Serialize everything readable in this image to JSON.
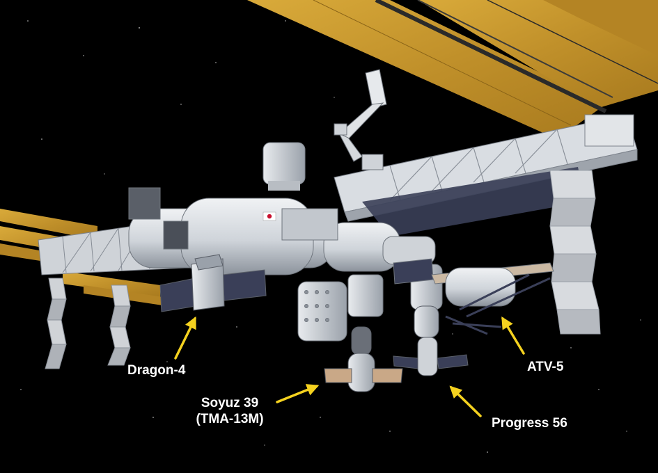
{
  "labels": {
    "dragon": "Dragon-4",
    "atv": "ATV-5",
    "soyuz_line1": "Soyuz 39",
    "soyuz_line2": "(TMA-13M)",
    "progress": "Progress 56"
  },
  "colors": {
    "space": "#000000",
    "solar_array": "#c8982e",
    "solar_array_dark": "#8a6418",
    "truss": "#d9dde2",
    "module": "#d6dadf",
    "module_shadow": "#9aa1aa",
    "radiator": "#cfd2d6",
    "dark_panel": "#3a3f58",
    "arrow": "#f5d21f",
    "text": "#ffffff"
  },
  "flag": "japan-flag-icon"
}
